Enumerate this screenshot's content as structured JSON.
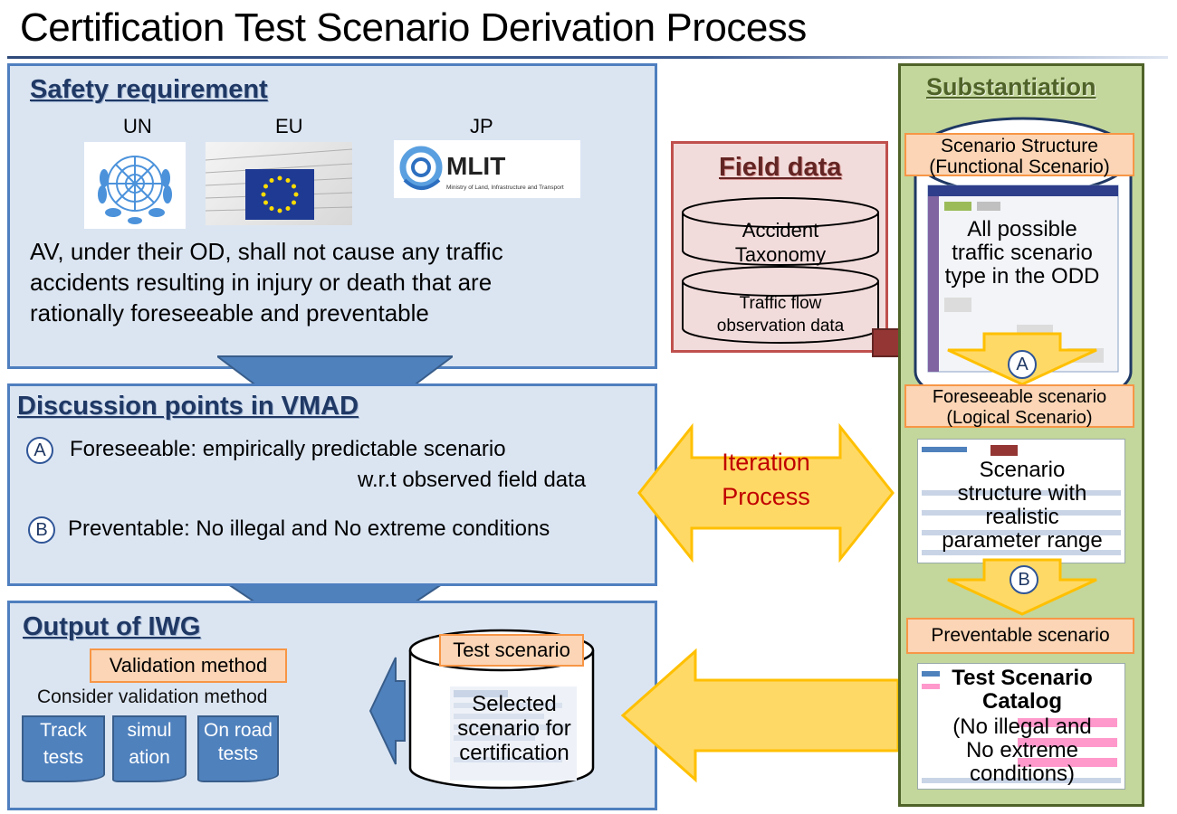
{
  "title": "Certification Test Scenario Derivation Process",
  "safety": {
    "heading": "Safety requirement",
    "regulators": [
      {
        "label": "UN",
        "logo": "un-emblem-icon"
      },
      {
        "label": "EU",
        "logo": "eu-flag-icon"
      },
      {
        "label": "JP",
        "logo": "mlit-logo",
        "logo_text": "MLIT",
        "logo_subtext": "Ministry of Land, Infrastructure and Transport"
      }
    ],
    "text_lines": [
      "AV, under their OD, shall not cause any traffic",
      "accidents resulting in injury or death that are",
      "rationally foreseeable and preventable"
    ]
  },
  "discussion": {
    "heading": "Discussion points in VMAD",
    "item_a": {
      "marker": "A",
      "line1": "Foreseeable: empirically predictable scenario",
      "line2": "w.r.t observed field data"
    },
    "item_b": {
      "marker": "B",
      "text": "Preventable: No illegal and No extreme conditions"
    }
  },
  "output": {
    "heading": "Output of IWG",
    "validation_label": "Validation method",
    "consider_text": "Consider validation method",
    "methods": [
      {
        "line1": "Track",
        "line2": "tests"
      },
      {
        "line1": "simul",
        "line2": "ation"
      },
      {
        "line1": "On road",
        "line2": "tests"
      }
    ],
    "test_scenario_label": "Test scenario",
    "selected_lines": [
      "Selected",
      "scenario for",
      "certification"
    ]
  },
  "field_data": {
    "heading": "Field data",
    "db1_lines": [
      "Accident",
      "Taxonomy"
    ],
    "db2_lines": [
      "Traffic flow",
      "observation data"
    ]
  },
  "iteration": {
    "line1": "Iteration",
    "line2": "Process"
  },
  "substantiation": {
    "heading": "Substantiation",
    "structure_label_lines": [
      "Scenario Structure",
      "(Functional Scenario)"
    ],
    "structure_text_lines": [
      "All possible",
      "traffic scenario",
      "type in the ODD"
    ],
    "marker_a": "A",
    "foreseeable_label_lines": [
      "Foreseeable scenario",
      "(Logical Scenario)"
    ],
    "foreseeable_text_lines": [
      "Scenario",
      "structure with",
      "realistic",
      "parameter range"
    ],
    "marker_b": "B",
    "preventable_label": "Preventable scenario",
    "catalog_title_lines": [
      "Test Scenario",
      "Catalog"
    ],
    "catalog_text_lines": [
      "(No illegal and",
      "No extreme",
      "conditions)"
    ]
  },
  "colors": {
    "panel_fill": "#dbe5f2",
    "panel_border": "#4f7fbf",
    "field_fill": "#f2dcdb",
    "field_border": "#c0504d",
    "subst_fill": "#c3d69b",
    "subst_border": "#4f6228",
    "arrow_yellow": "#ffd966",
    "arrow_yellow_border": "#ffc000",
    "arrow_blue": "#4f81bd",
    "arrow_red": "#943634",
    "label_orange": "#fbd5b5",
    "iteration_text": "#c00000"
  }
}
